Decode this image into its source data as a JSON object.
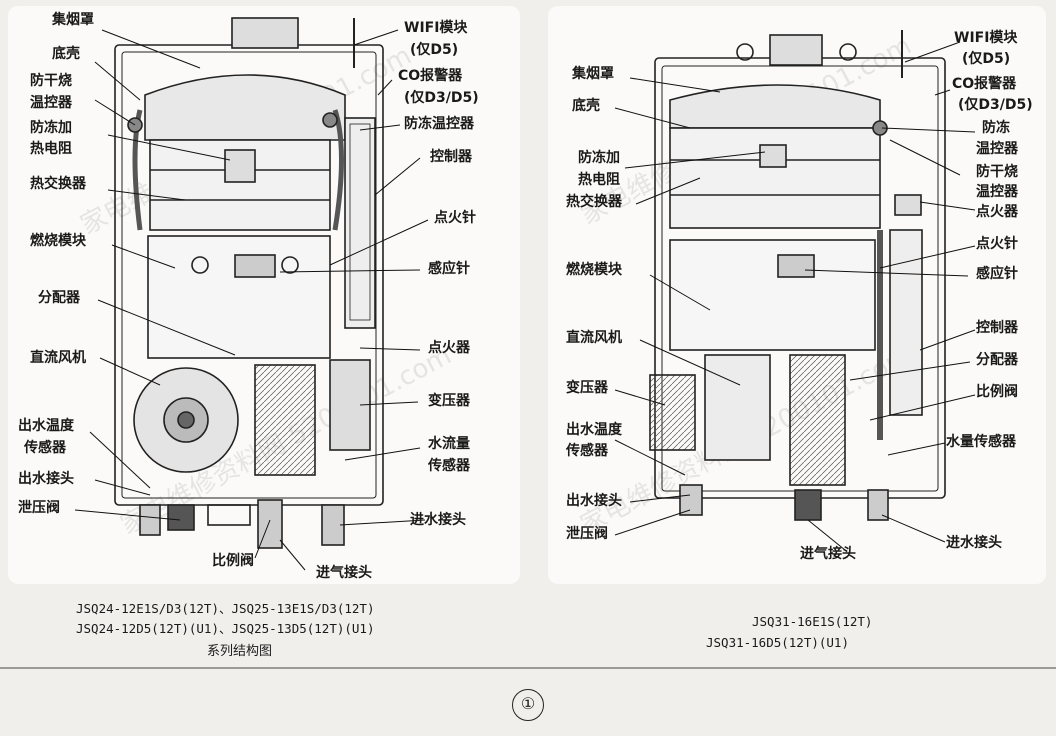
{
  "left_labels": {
    "hood": "集烟罩",
    "bottom_shell": "底壳",
    "dry_burn_1": "防干烧",
    "dry_burn_2": "温控器",
    "antifreeze_heater_1": "防冻加",
    "antifreeze_heater_2": "热电阻",
    "heat_exchanger": "热交换器",
    "burner": "燃烧模块",
    "distributor": "分配器",
    "fan": "直流风机",
    "outlet_temp_sensor_1": "出水温度",
    "outlet_temp_sensor_2": "传感器",
    "outlet_joint": "出水接头",
    "relief_valve": "泄压阀",
    "wifi_1": "WIFI模块",
    "wifi_2": "(仅D5)",
    "co_1": "CO报警器",
    "co_2": "(仅D3/D5)",
    "antifreeze_thermostat": "防冻温控器",
    "controller": "控制器",
    "ignition_needle": "点火针",
    "sensing_needle": "感应针",
    "igniter": "点火器",
    "transformer": "变压器",
    "flow_sensor_1": "水流量",
    "flow_sensor_2": "传感器",
    "inlet_joint": "进水接头",
    "proportional_valve": "比例阀",
    "gas_inlet": "进气接头"
  },
  "left_caption": {
    "line1": "JSQ24-12E1S/D3(12T)、JSQ25-13E1S/D3(12T)",
    "line2": "JSQ24-12D5(12T)(U1)、JSQ25-13D5(12T)(U1)",
    "line3": "系列结构图"
  },
  "right_labels": {
    "hood": "集烟罩",
    "bottom_shell": "底壳",
    "antifreeze_heater_1": "防冻加",
    "antifreeze_heater_2": "热电阻",
    "heat_exchanger": "热交换器",
    "burner": "燃烧模块",
    "fan": "直流风机",
    "transformer": "变压器",
    "outlet_temp_sensor_1": "出水温度",
    "outlet_temp_sensor_2": "传感器",
    "outlet_joint": "出水接头",
    "relief_valve": "泄压阀",
    "gas_inlet": "进气接头",
    "wifi_1": "WIFI模块",
    "wifi_2": "(仅D5)",
    "co_1": "CO报警器",
    "co_2": "(仅D3/D5)",
    "antifreeze_1": "防冻",
    "antifreeze_2": "温控器",
    "dry_burn_1": "防干烧",
    "dry_burn_2": "温控器",
    "igniter": "点火器",
    "ignition_needle": "点火针",
    "sensing_needle": "感应针",
    "controller": "控制器",
    "distributor": "分配器",
    "proportional_valve": "比例阀",
    "water_sensor": "水量传感器",
    "inlet_joint": "进水接头"
  },
  "right_caption": {
    "line1": "JSQ31-16E1S(12T)",
    "line2": "JSQ31-16D5(12T)(U1)"
  },
  "page_number": "①"
}
